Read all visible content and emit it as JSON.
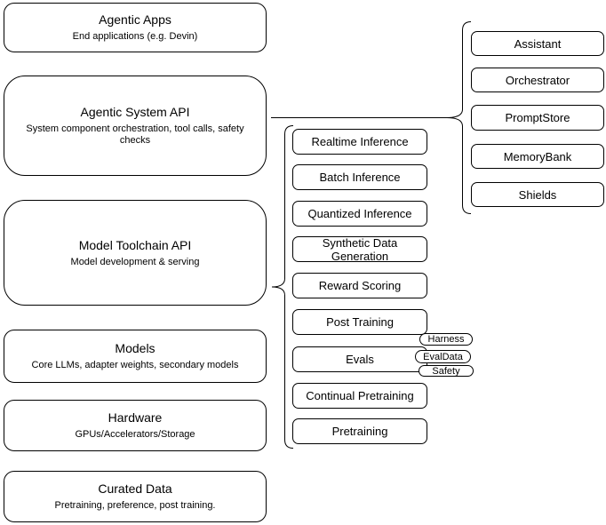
{
  "diagram": {
    "title_hint": "Agentic system / model toolchain architecture stack",
    "colors": {
      "stroke": "#000000",
      "fill": "#ffffff",
      "text": "#000000"
    },
    "left_stack": {
      "boxes": [
        {
          "title": "Agentic Apps",
          "subtitle": "End applications (e.g. Devin)"
        },
        {
          "title": "Agentic System API",
          "subtitle": "System component orchestration, tool calls, safety checks"
        },
        {
          "title": "Model Toolchain API",
          "subtitle": "Model development & serving"
        },
        {
          "title": "Models",
          "subtitle": "Core LLMs, adapter weights, secondary models"
        },
        {
          "title": "Hardware",
          "subtitle": "GPUs/Accelerators/Storage"
        },
        {
          "title": "Curated Data",
          "subtitle": "Pretraining, preference, post training."
        }
      ]
    },
    "toolchain_components": {
      "items": [
        {
          "label": "Realtime Inference"
        },
        {
          "label": "Batch Inference"
        },
        {
          "label": "Quantized Inference"
        },
        {
          "label": "Synthetic Data Generation"
        },
        {
          "label": "Reward Scoring"
        },
        {
          "label": "Post Training"
        },
        {
          "label": "Evals"
        },
        {
          "label": "Continual Pretraining"
        },
        {
          "label": "Pretraining"
        }
      ],
      "evals_badges": [
        {
          "label": "Harness"
        },
        {
          "label": "EvalData"
        },
        {
          "label": "Safety"
        }
      ]
    },
    "system_components": {
      "items": [
        {
          "label": "Assistant"
        },
        {
          "label": "Orchestrator"
        },
        {
          "label": "PromptStore"
        },
        {
          "label": "MemoryBank"
        },
        {
          "label": "Shields"
        }
      ]
    }
  }
}
